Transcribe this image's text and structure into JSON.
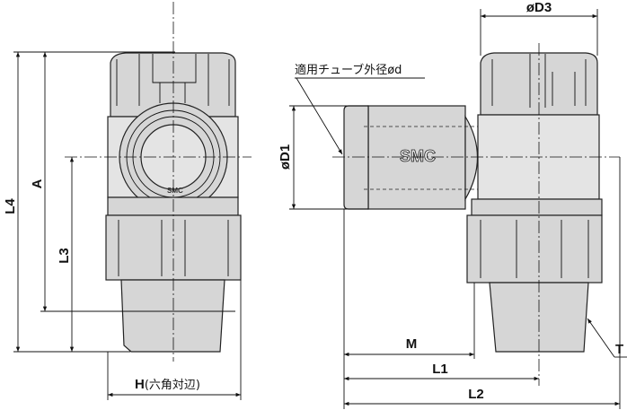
{
  "labels": {
    "L4": "L4",
    "A": "A",
    "L3": "L3",
    "H": "H",
    "H_note": "(六角対辺)",
    "D3": "øD3",
    "D1": "øD1",
    "tube_od": "適用チューブ外径ød",
    "M": "M",
    "L1": "L1",
    "L2": "L2",
    "T": "T"
  },
  "logo": "SMC",
  "colors": {
    "body": "#d6d6d6",
    "line": "#111111"
  }
}
